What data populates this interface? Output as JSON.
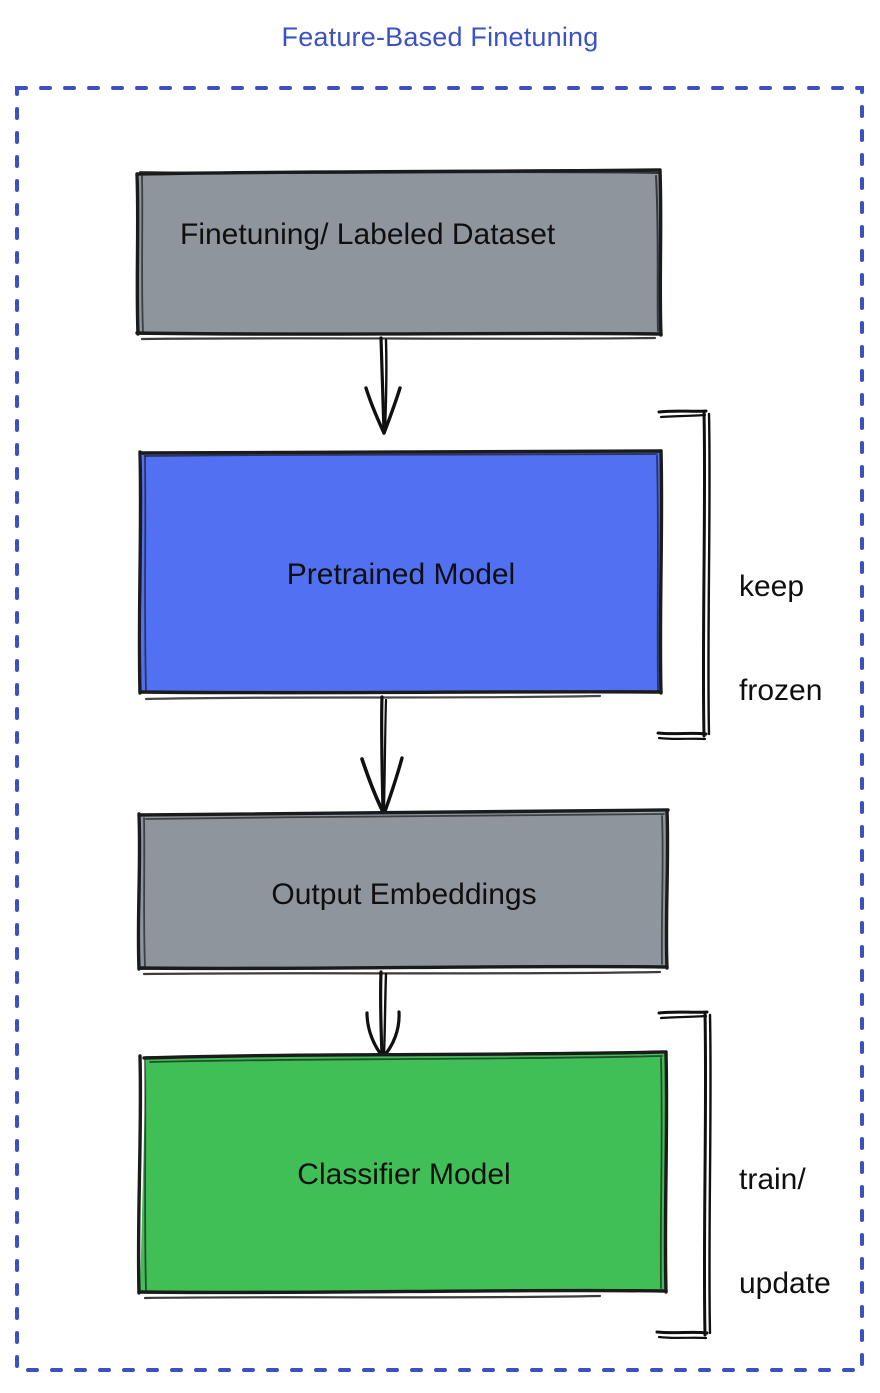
{
  "diagram": {
    "title": "Feature-Based Finetuning",
    "title_color": "#3b52c4",
    "container": {
      "name": "dashed-outer-frame",
      "border_style": "dashed",
      "border_color": "#3b52c4"
    },
    "nodes": [
      {
        "id": "dataset",
        "label": "Finetuning/ Labeled Dataset",
        "fill": "#8e959d",
        "stroke": "#1b1b1b",
        "text_align": "left"
      },
      {
        "id": "pretrained",
        "label": "Pretrained Model",
        "fill": "#5271f2",
        "stroke": "#1b1b1b",
        "text_align": "center"
      },
      {
        "id": "embeddings",
        "label": "Output Embeddings",
        "fill": "#8e959d",
        "stroke": "#1b1b1b",
        "text_align": "center"
      },
      {
        "id": "classifier",
        "label": "Classifier Model",
        "fill": "#40bf56",
        "stroke": "#1b1b1b",
        "text_align": "center"
      }
    ],
    "edges": [
      {
        "id": "edge-dataset-pretrained",
        "from": "dataset",
        "to": "pretrained",
        "arrow": "down"
      },
      {
        "id": "edge-pretrained-embeddings",
        "from": "pretrained",
        "to": "embeddings",
        "arrow": "down"
      },
      {
        "id": "edge-embeddings-classifier",
        "from": "embeddings",
        "to": "classifier",
        "arrow": "down"
      }
    ],
    "annotations": [
      {
        "id": "keep-frozen",
        "lines": [
          "keep",
          "frozen"
        ],
        "target": "pretrained",
        "bracket": "right"
      },
      {
        "id": "train-update",
        "lines": [
          "train/",
          "update"
        ],
        "target": "classifier",
        "bracket": "right"
      }
    ]
  }
}
